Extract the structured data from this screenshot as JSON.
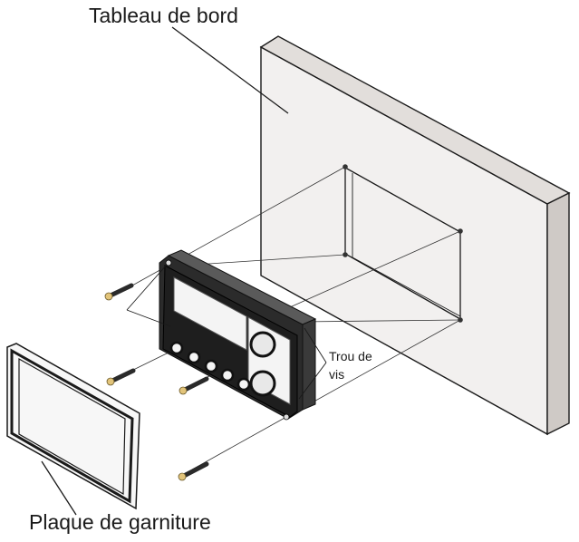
{
  "labels": {
    "dashboard_panel": "Tableau de bord",
    "screw_holes_line1": "Trou de",
    "screw_holes_line2": "vis",
    "trim_plate": "Plaque de garniture"
  },
  "colors": {
    "line": "#1a1a1a",
    "panel_face": "#f2f0ef",
    "panel_side": "#cfcac6",
    "unit_face": "#f4f4f4",
    "unit_body": "#2b2b2b",
    "screw_tip": "#e2c47a",
    "screw_body": "#2a2a2a"
  }
}
